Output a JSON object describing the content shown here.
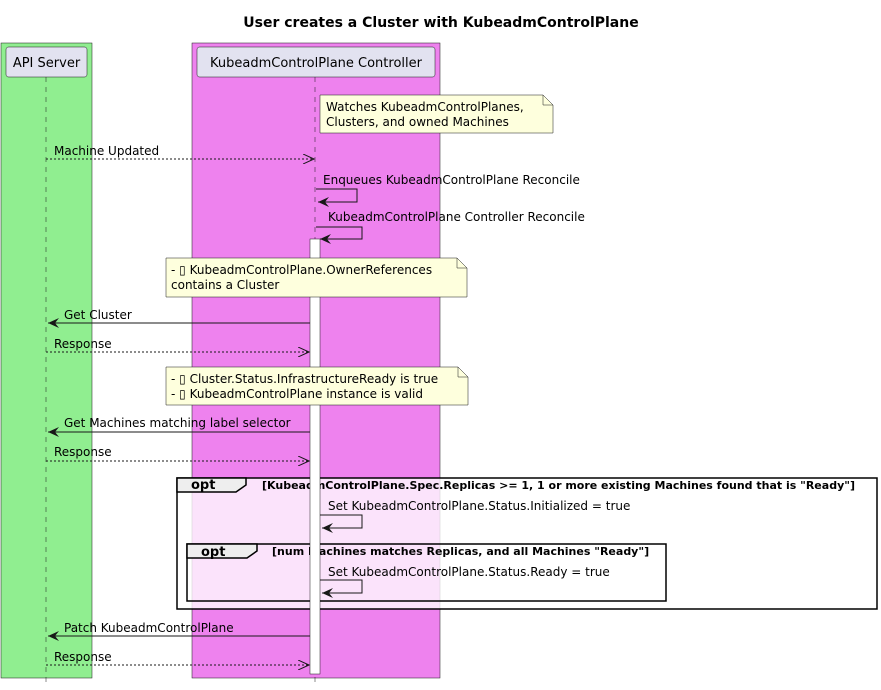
{
  "title": "User creates a Cluster with KubeadmControlPlane",
  "colors": {
    "api_box": "#90EE90",
    "controller_box": "#EE82EE",
    "participant_fill": "#E2E2F0",
    "note_fill": "#FEFFDD",
    "opt_fill": "rgba(255,255,255,0.78)"
  },
  "participants": {
    "api": "API Server",
    "controller": "KubeadmControlPlane Controller"
  },
  "notes": {
    "watch": [
      "Watches KubeadmControlPlanes,",
      "Clusters, and owned Machines"
    ],
    "owner": [
      "- ▯ KubeadmControlPlane.OwnerReferences",
      "contains a Cluster"
    ],
    "ready": [
      "- ▯ Cluster.Status.InfrastructureReady is true",
      "- ▯ KubeadmControlPlane instance is valid"
    ]
  },
  "messages": {
    "machine_updated": "Machine Updated",
    "enqueue": "Enqueues KubeadmControlPlane Reconcile",
    "reconcile": "KubeadmControlPlane Controller Reconcile",
    "get_cluster": "Get Cluster",
    "response_1": "Response",
    "get_machines": "Get Machines matching label selector",
    "response_2": "Response",
    "set_initialized": "Set KubeadmControlPlane.Status.Initialized = true",
    "set_ready": "Set KubeadmControlPlane.Status.Ready = true",
    "patch": "Patch KubeadmControlPlane",
    "response_3": "Response"
  },
  "opt_outer": {
    "label": "opt",
    "guard": "[KubeadmControlPlane.Spec.Replicas >= 1, 1 or more existing Machines found that is \"Ready\"]"
  },
  "opt_inner": {
    "label": "opt",
    "guard": "[num Machines matches Replicas, and all Machines \"Ready\"]"
  }
}
